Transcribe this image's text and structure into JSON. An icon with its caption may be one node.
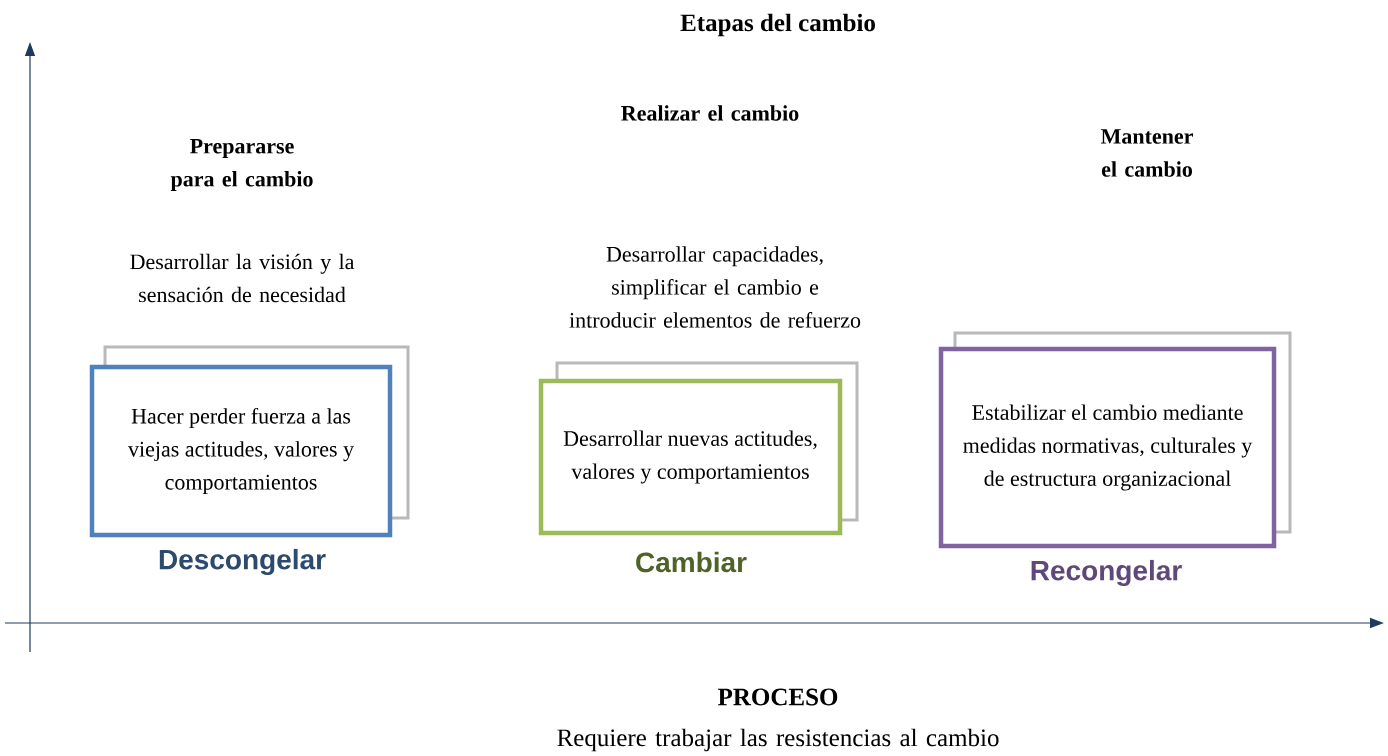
{
  "diagram": {
    "title": "Etapas del cambio",
    "nodes": [
      {
        "text": [
          "Hacer perder fuerza a las viejas actitudes, valores  y comportamientos"
        ],
        "beside": [
          "Descongelar"
        ]
      },
      {
        "text": [
          "Desarrollar nuevas actitudes, valores y comportamientos"
        ],
        "beside": [
          "Cambiar"
        ]
      },
      {
        "text": [
          "Estabilizar el cambio mediante medidas normativas, culturales y de estructura organizacional"
        ],
        "beside": [
          "Recongelar"
        ]
      }
    ],
    "labels": [
      "Realizar el cambio",
      "Prepararse para el cambio",
      "Mantener el cambio",
      "Desarrollar la visión y la sensación de necesidad",
      "Desarrollar  capacidades, simplificar el cambio e introducir elementos de refuerzo",
      "PROCESO",
      "Requiere trabajar las resistencias al cambio"
    ]
  }
}
